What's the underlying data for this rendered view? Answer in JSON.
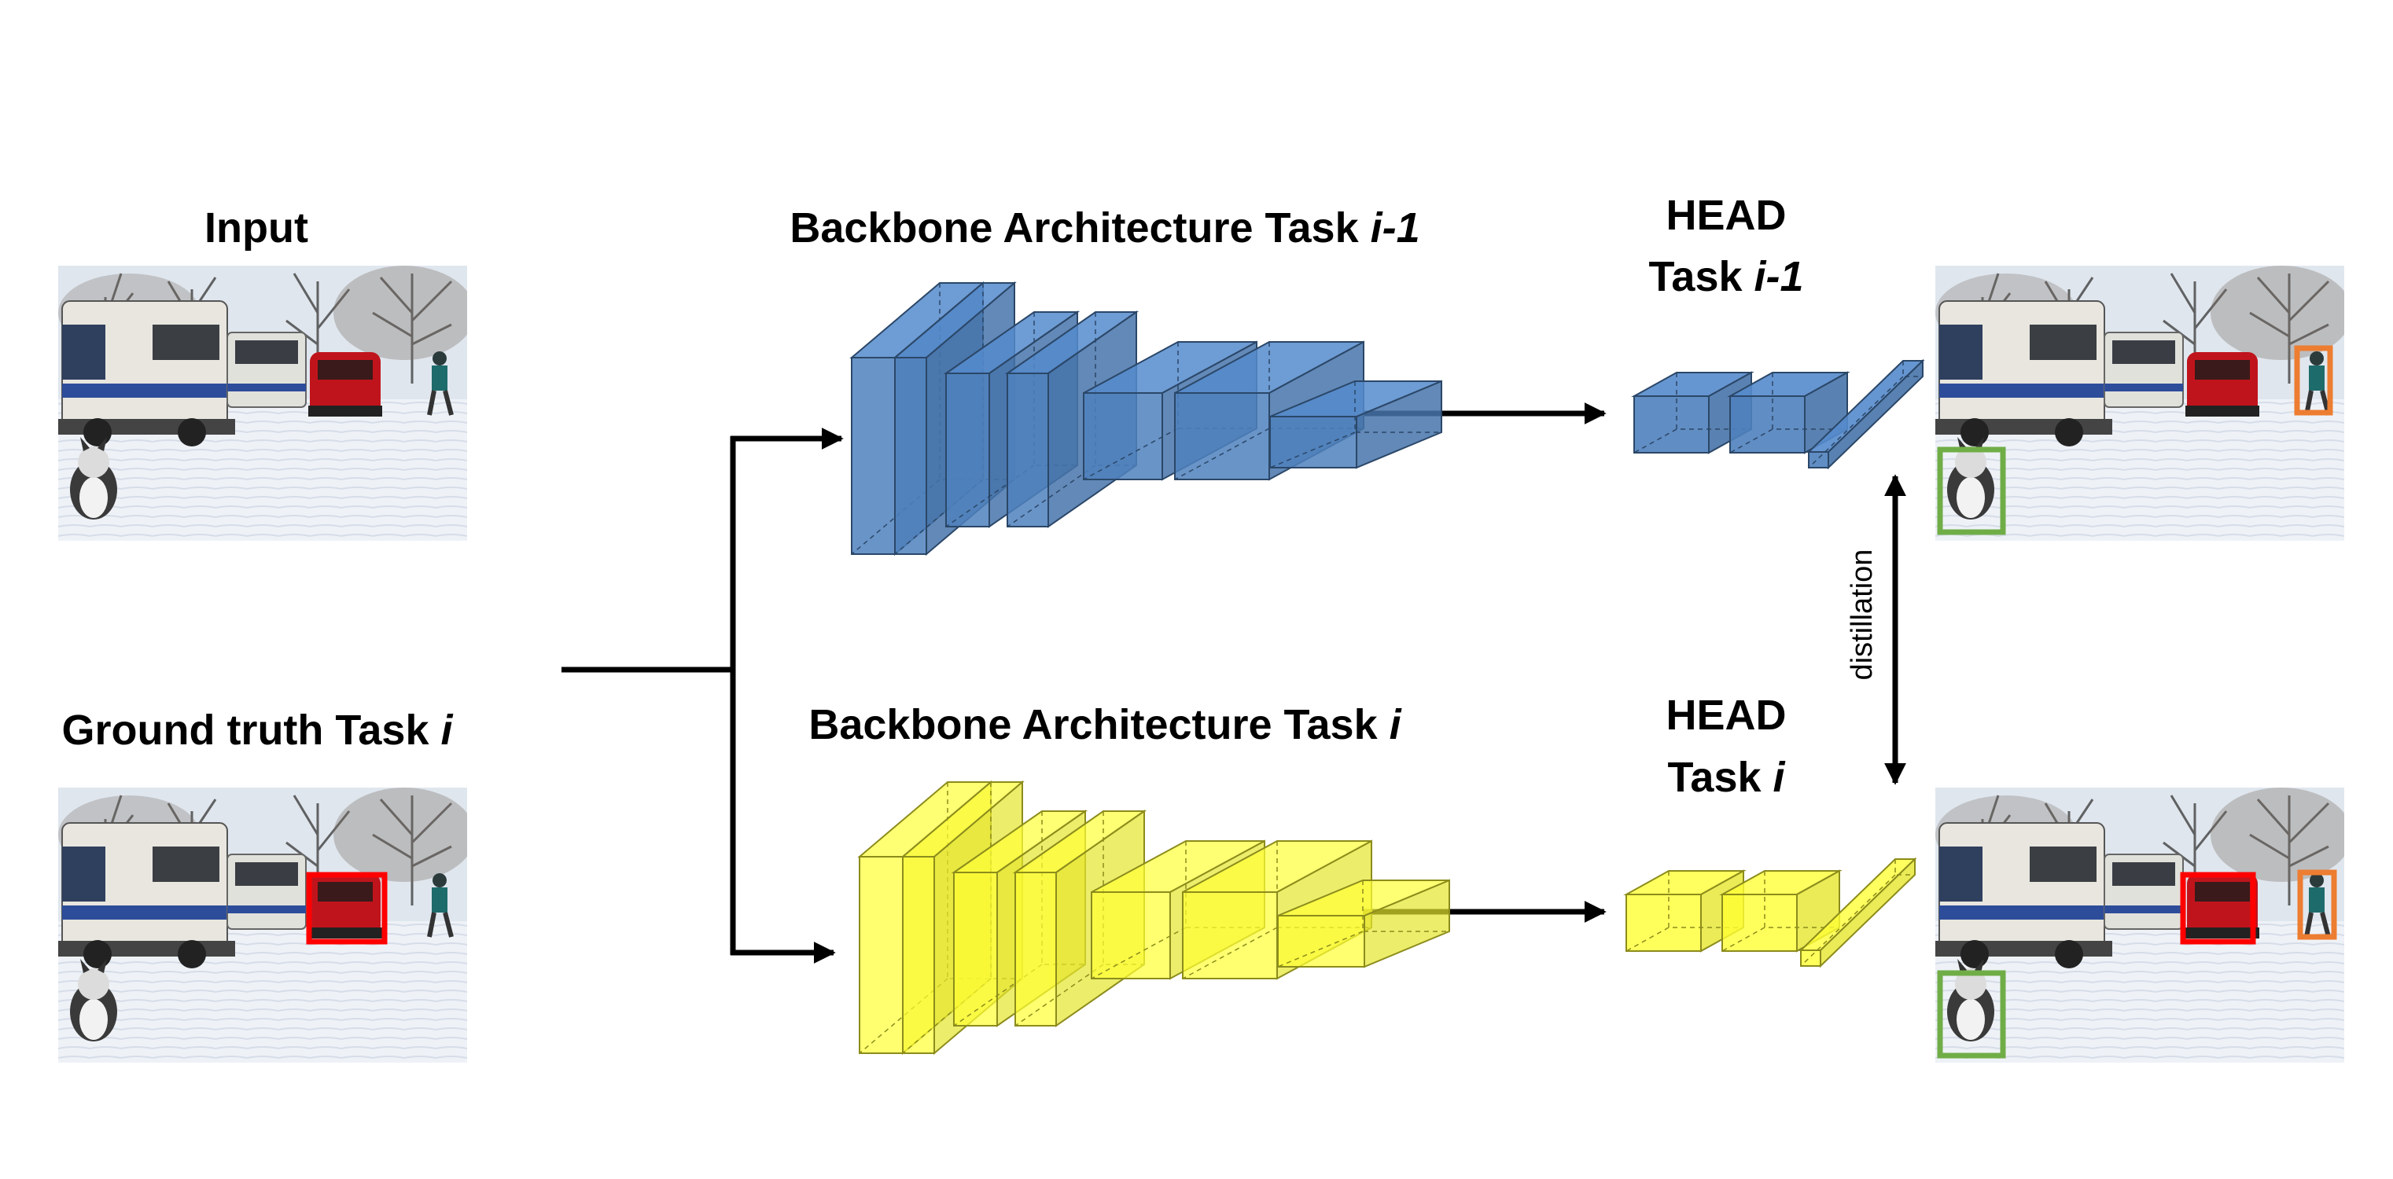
{
  "labels": {
    "input": "Input",
    "ground_truth": {
      "text": "Ground truth Task ",
      "italic": "i"
    },
    "backbone_prev": {
      "text": "Backbone Architecture Task ",
      "italic": "i-1"
    },
    "backbone_curr": {
      "text": "Backbone Architecture Task ",
      "italic": "i"
    },
    "head_prev": {
      "line1": "HEAD",
      "line2_text": "Task ",
      "line2_italic": "i-1"
    },
    "head_curr": {
      "line1": "HEAD",
      "line2_text": "Task ",
      "line2_italic": "i"
    },
    "distillation": "distillation"
  },
  "colors": {
    "backbone_prev_fill": "#4f81bd",
    "backbone_curr_fill": "#ffff33",
    "box_bboxes": {
      "car": "#ff0000",
      "person": "#ed7d31",
      "dog": "#70ad47"
    },
    "sky": "#dfe6ee",
    "snow": "#eef2f7",
    "arrow": "#000000"
  },
  "icons": [
    "street-photo",
    "bounding-box",
    "arrow"
  ]
}
